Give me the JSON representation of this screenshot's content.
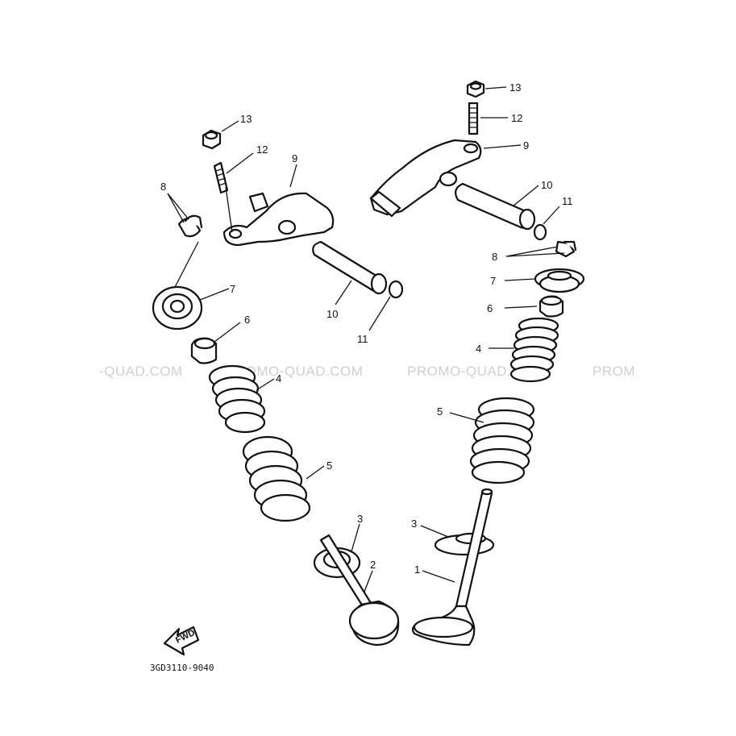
{
  "diagram": {
    "drawing_code": "3GD3110-9040",
    "direction_label": "FWD",
    "watermarks": [
      "-QUAD.COM",
      "PROMO-QUAD.COM",
      "PROMO-QUAD.COM",
      "PROM"
    ],
    "callouts": {
      "left_13": "13",
      "left_12": "12",
      "left_9": "9",
      "left_8": "8",
      "left_7": "7",
      "left_10": "10",
      "left_11": "11",
      "left_6": "6",
      "left_4": "4",
      "left_5": "5",
      "left_3": "3",
      "left_2": "2",
      "right_13": "13",
      "right_12": "12",
      "right_9": "9",
      "right_10": "10",
      "right_11": "11",
      "right_8": "8",
      "right_7": "7",
      "right_6": "6",
      "right_4": "4",
      "right_5": "5",
      "right_3": "3",
      "right_1": "1"
    }
  }
}
